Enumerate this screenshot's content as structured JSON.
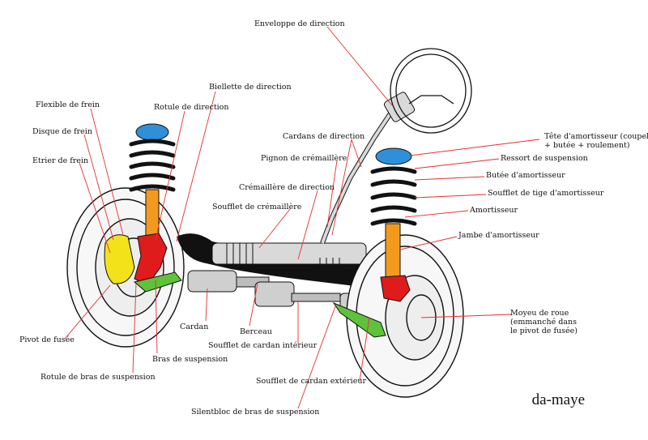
{
  "labels": {
    "enveloppe_direction": "Enveloppe de direction",
    "biellette_direction": "Biellette de direction",
    "flexible_frein": "Flexible de frein",
    "rotule_direction": "Rotule de direction",
    "disque_frein": "Disque de frein",
    "etrier_frein": "Etrier de frein",
    "cardans_direction": "Cardans de direction",
    "pignon_cremaillere": "Pignon de crémaillère",
    "cremaillere_direction": "Crémaillère de direction",
    "soufflet_cremaillere": "Soufflet de crémaillère",
    "tete_amortisseur_1": "Tête d'amortisseur (coupelle",
    "tete_amortisseur_2": "+ butée + roulement)",
    "ressort_suspension": "Ressort de suspension",
    "butee_amortisseur": "Butée d'amortisseur",
    "soufflet_tige": "Soufflet de tige d'amortisseur",
    "amortisseur": "Amortisseur",
    "jambe_amortisseur": "Jambe d'amortisseur",
    "moyeu_1": "Moyeu de roue",
    "moyeu_2": "(emmanché dans",
    "moyeu_3": "le pivot de fusée)",
    "pivot_fusee": "Pivot de fusée",
    "cardan": "Cardan",
    "berceau": "Berceau",
    "bras_suspension": "Bras de suspension",
    "soufflet_cardan_interieur": "Soufflet de cardan intérieur",
    "rotule_bras": "Rotule de bras de suspension",
    "soufflet_cardan_exterieur": "Soufflet de cardan extérieur",
    "silentbloc": "Silentbloc de bras de suspension"
  },
  "signature": "da-maye",
  "colors": {
    "leader_line": "#e53030",
    "strut_top": "#2f8fd8",
    "damper": "#f39a1e",
    "knuckle": "#e01b1b",
    "caliper": "#f2e21a",
    "control_arm": "#5ec23a",
    "cradle": "#111111"
  }
}
